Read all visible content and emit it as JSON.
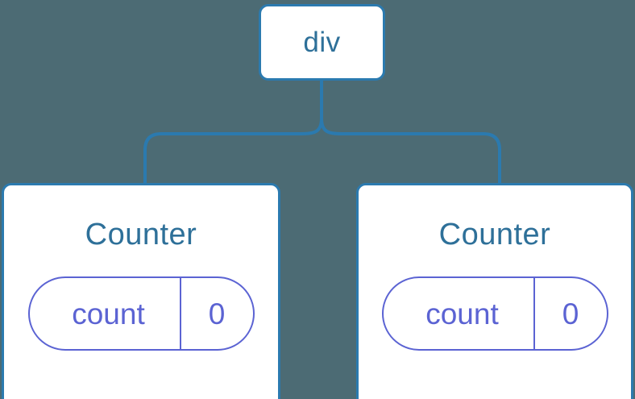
{
  "diagram": {
    "type": "component-tree",
    "background_color": "#4c6b74",
    "node_border_color": "#2b7aaf",
    "node_label_color": "#2e7099",
    "state_color": "#5b63d3",
    "edge_color": "#2b7aaf",
    "root": {
      "label": "div"
    },
    "children": [
      {
        "label": "Counter",
        "state": {
          "key": "count",
          "value": "0"
        }
      },
      {
        "label": "Counter",
        "state": {
          "key": "count",
          "value": "0"
        }
      }
    ],
    "edges": [
      {
        "from": "div",
        "to": "Counter",
        "side": "left"
      },
      {
        "from": "div",
        "to": "Counter",
        "side": "right"
      }
    ]
  }
}
